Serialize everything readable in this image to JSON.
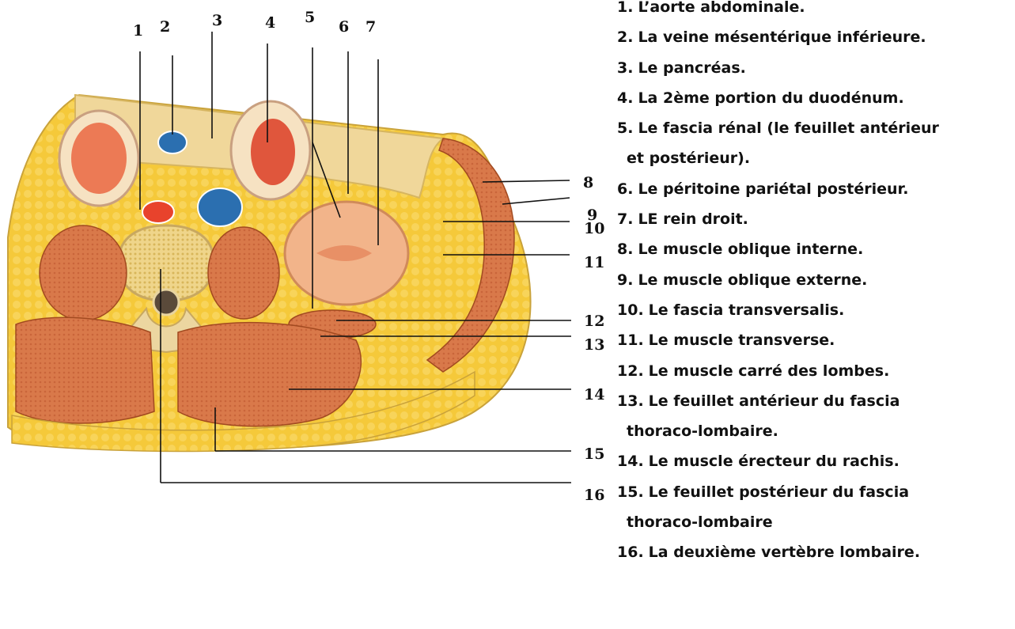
{
  "figure": {
    "callouts": [
      "1",
      "2",
      "3",
      "4",
      "5",
      "6",
      "7",
      "8",
      "9",
      "10",
      "11",
      "12",
      "13",
      "14",
      "15",
      "16"
    ]
  },
  "legend": {
    "lines": [
      {
        "num": "1.",
        "text": "L’aorte abdominale."
      },
      {
        "num": "2.",
        "text": "La veine mésentérique inférieure."
      },
      {
        "num": "3.",
        "text": "Le pancréas."
      },
      {
        "num": "4.",
        "text": "La 2ème portion du duodénum."
      },
      {
        "num": "5.",
        "text": "Le fascia rénal (le feuillet antérieur"
      },
      {
        "num": "",
        "text": "et postérieur)."
      },
      {
        "num": "6.",
        "text": "Le péritoine pariétal postérieur."
      },
      {
        "num": "7.",
        "text": "LE rein droit."
      },
      {
        "num": "8.",
        "text": "Le muscle oblique interne."
      },
      {
        "num": "9.",
        "text": "Le muscle oblique externe."
      },
      {
        "num": "10.",
        "text": "Le fascia transversalis."
      },
      {
        "num": "11.",
        "text": "Le muscle transverse."
      },
      {
        "num": "12.",
        "text": "Le muscle carré des lombes."
      },
      {
        "num": "13.",
        "text": "Le feuillet antérieur du fascia"
      },
      {
        "num": "",
        "text": "thoraco-lombaire."
      },
      {
        "num": "14.",
        "text": "Le muscle érecteur du rachis."
      },
      {
        "num": "15.",
        "text": "Le feuillet postérieur du fascia"
      },
      {
        "num": "",
        "text": "thoraco-lombaire"
      },
      {
        "num": "16.",
        "text": "La deuxième vertèbre lombaire."
      }
    ]
  },
  "colors": {
    "fat": "#f5c93a",
    "fat_light": "#f9dc6e",
    "muscle": "#d9794a",
    "bone": "#f1dfa8",
    "vein": "#2b6fb0",
    "artery": "#e8432c",
    "kidney": "#f2b48a"
  }
}
